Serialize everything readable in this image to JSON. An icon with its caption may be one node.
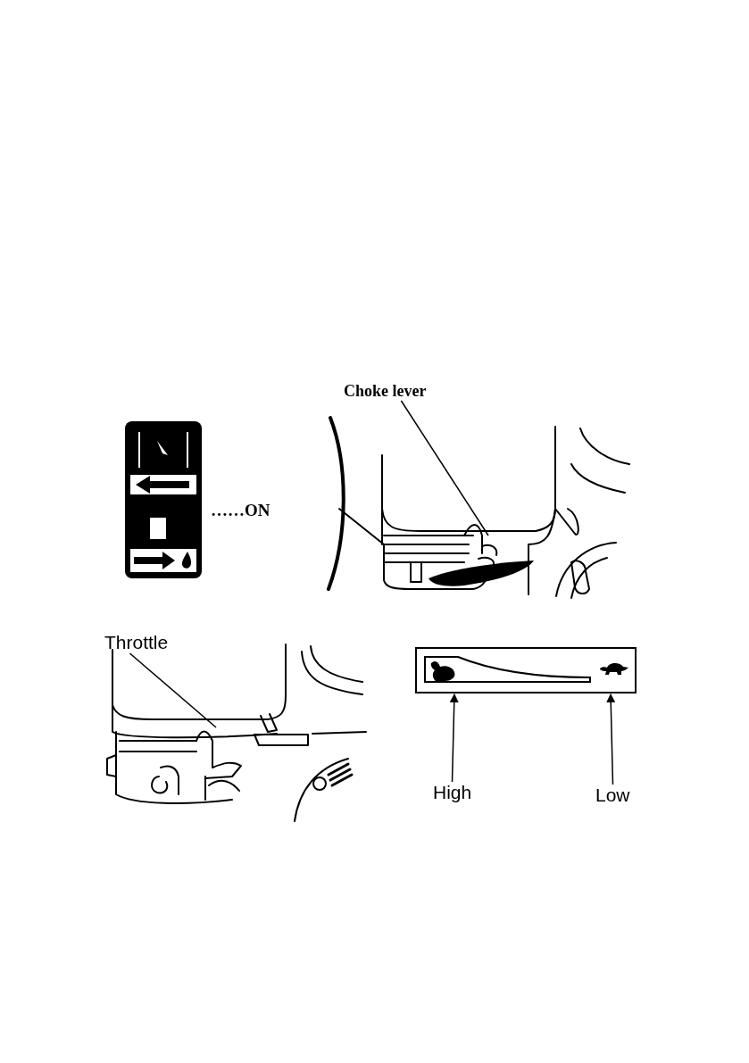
{
  "diagram": {
    "nodes": [
      {
        "text": [
          "Choke lever"
        ]
      },
      {
        "text": [
          "Throttle"
        ]
      },
      {
        "text": [
          "High"
        ]
      },
      {
        "text": [
          "Low"
        ]
      },
      {
        "text": [],
        "shape": "box"
      }
    ],
    "edges": [
      {
        "from": 0,
        "to": null,
        "arrow": "none"
      },
      {
        "from": 1,
        "to": null,
        "arrow": "none"
      },
      {
        "from": 2,
        "to": 4,
        "arrow": "to"
      },
      {
        "from": 3,
        "to": 4,
        "arrow": "to"
      }
    ],
    "labels": [
      "……ON"
    ]
  }
}
